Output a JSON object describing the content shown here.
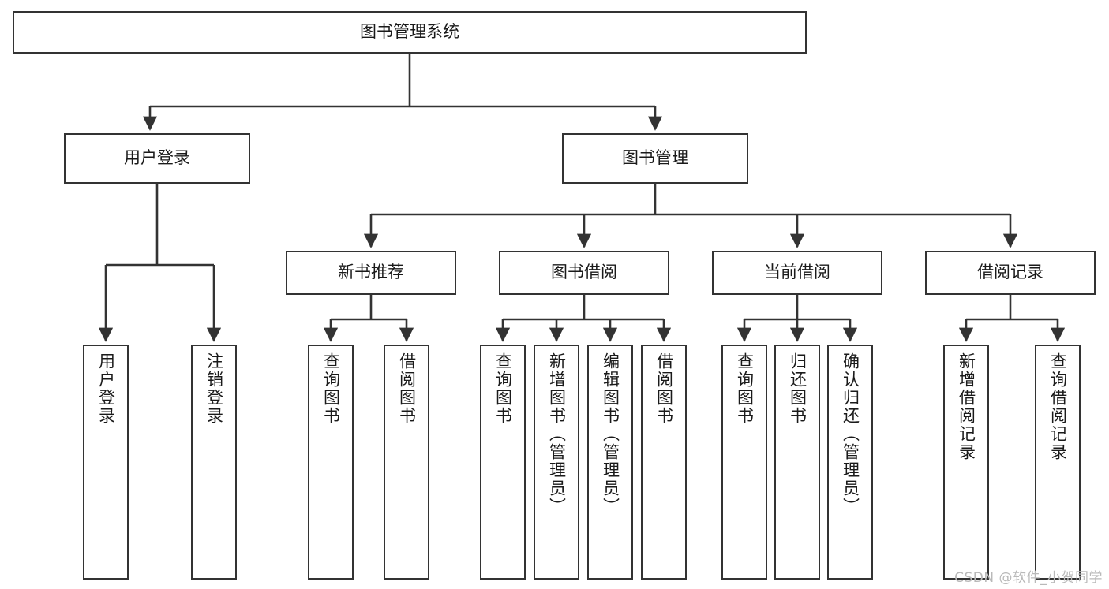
{
  "diagram": {
    "title": "图书管理系统",
    "type": "hierarchy-tree",
    "watermark": "CSDN @软件_小贺同学",
    "colors": {
      "box_border": "#333333",
      "box_fill": "#ffffff",
      "connector": "#333333",
      "text": "#1a1a1a",
      "watermark": "#b9b9b9"
    },
    "levels": {
      "root": {
        "label": "图书管理系统"
      },
      "level2": [
        {
          "label": "用户登录"
        },
        {
          "label": "图书管理"
        }
      ],
      "level3": [
        {
          "label": "新书推荐"
        },
        {
          "label": "图书借阅"
        },
        {
          "label": "当前借阅"
        },
        {
          "label": "借阅记录"
        }
      ],
      "leaves_user_login": [
        {
          "label": "用户登录"
        },
        {
          "label": "注销登录"
        }
      ],
      "leaves_new_book": [
        {
          "label": "查询图书"
        },
        {
          "label": "借阅图书"
        }
      ],
      "leaves_borrow": [
        {
          "label": "查询图书"
        },
        {
          "label": "新增图书（管理员）"
        },
        {
          "label": "编辑图书（管理员）"
        },
        {
          "label": "借阅图书"
        }
      ],
      "leaves_current": [
        {
          "label": "查询图书"
        },
        {
          "label": "归还图书"
        },
        {
          "label": "确认归还（管理员）"
        }
      ],
      "leaves_record": [
        {
          "label": "新增借阅记录"
        },
        {
          "label": "查询借阅记录"
        }
      ]
    }
  }
}
